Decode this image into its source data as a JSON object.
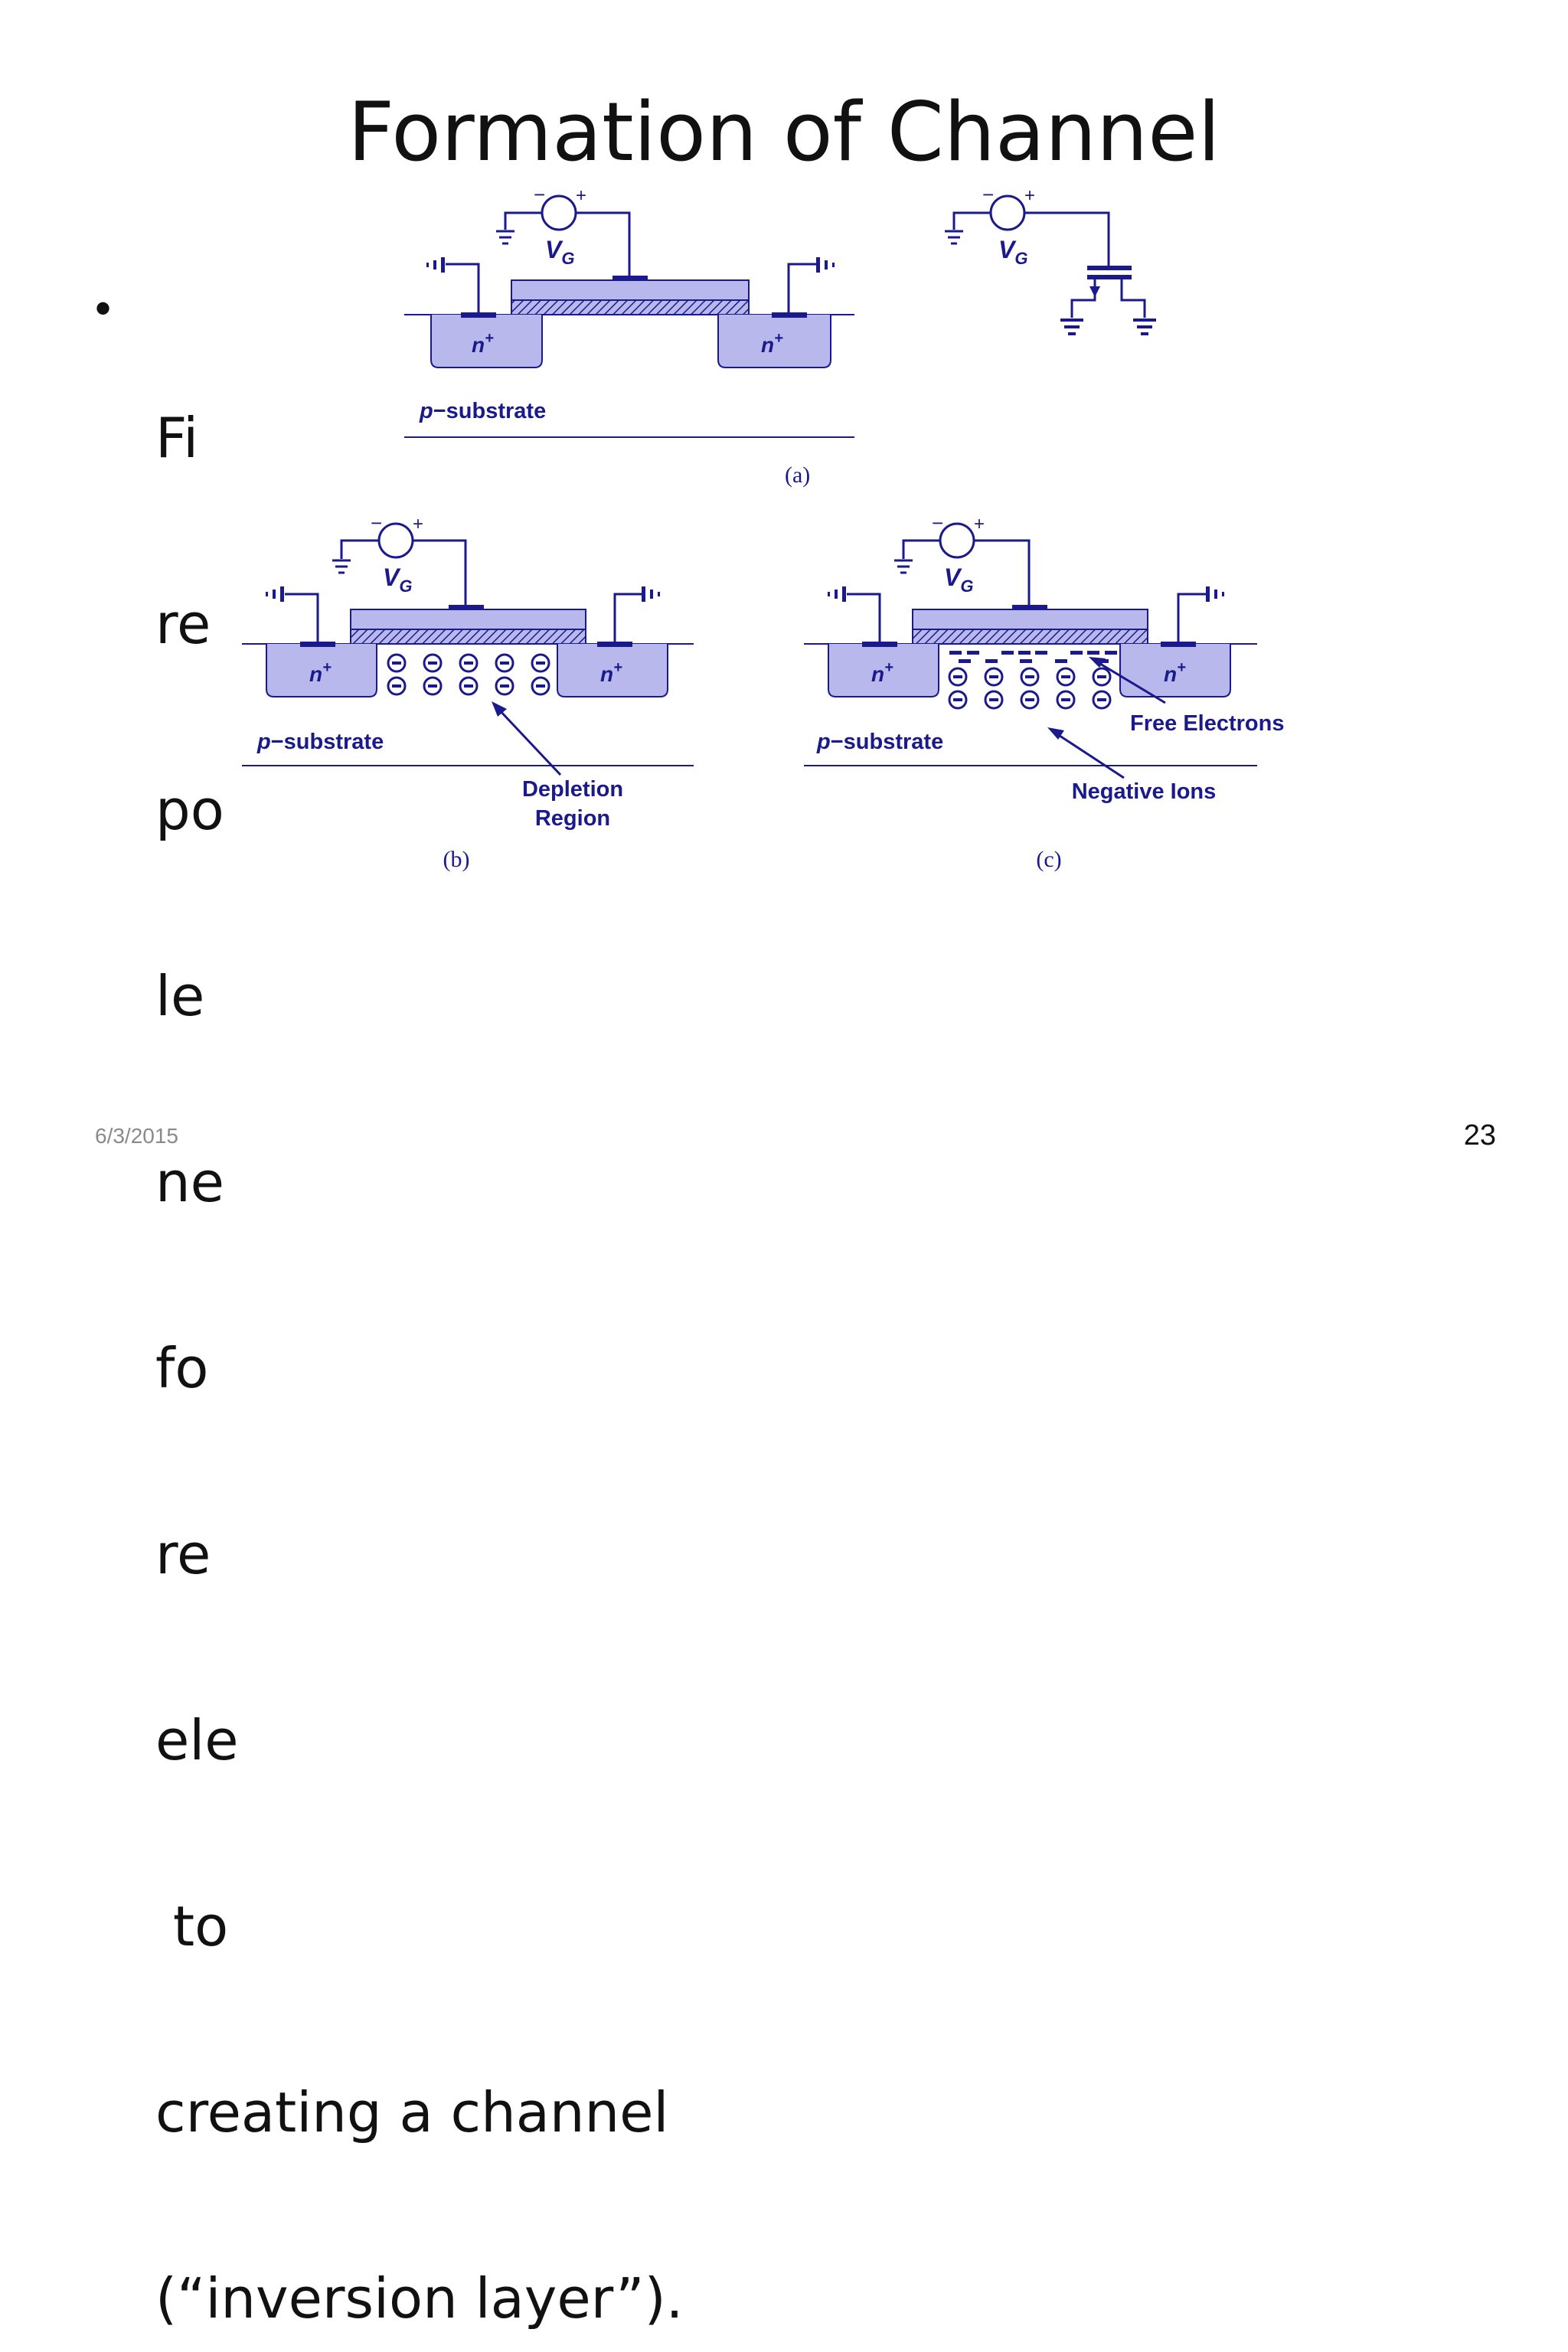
{
  "slide": {
    "title": "Formation of Channel",
    "bullet_lines": [
      "Fi",
      "re",
      "po",
      "le",
      "ne",
      "fo",
      "re",
      "ele",
      " to",
      "creating a channel",
      "(“inversion layer”)."
    ],
    "date": "6/3/2015",
    "page_number": "23"
  },
  "figure": {
    "vg_label": "V",
    "vg_subscript": "G",
    "n_plus": "n",
    "plus_sup": "+",
    "substrate_p": "p",
    "substrate_rest": "−substrate",
    "caption_a": "(a)",
    "caption_b": "(b)",
    "caption_c": "(c)",
    "depletion_line1": "Depletion",
    "depletion_line2": "Region",
    "free_electrons": "Free Electrons",
    "negative_ions": "Negative Ions",
    "colors": {
      "ink": "#1a1a8c",
      "fill": "#b8b8ec"
    }
  }
}
